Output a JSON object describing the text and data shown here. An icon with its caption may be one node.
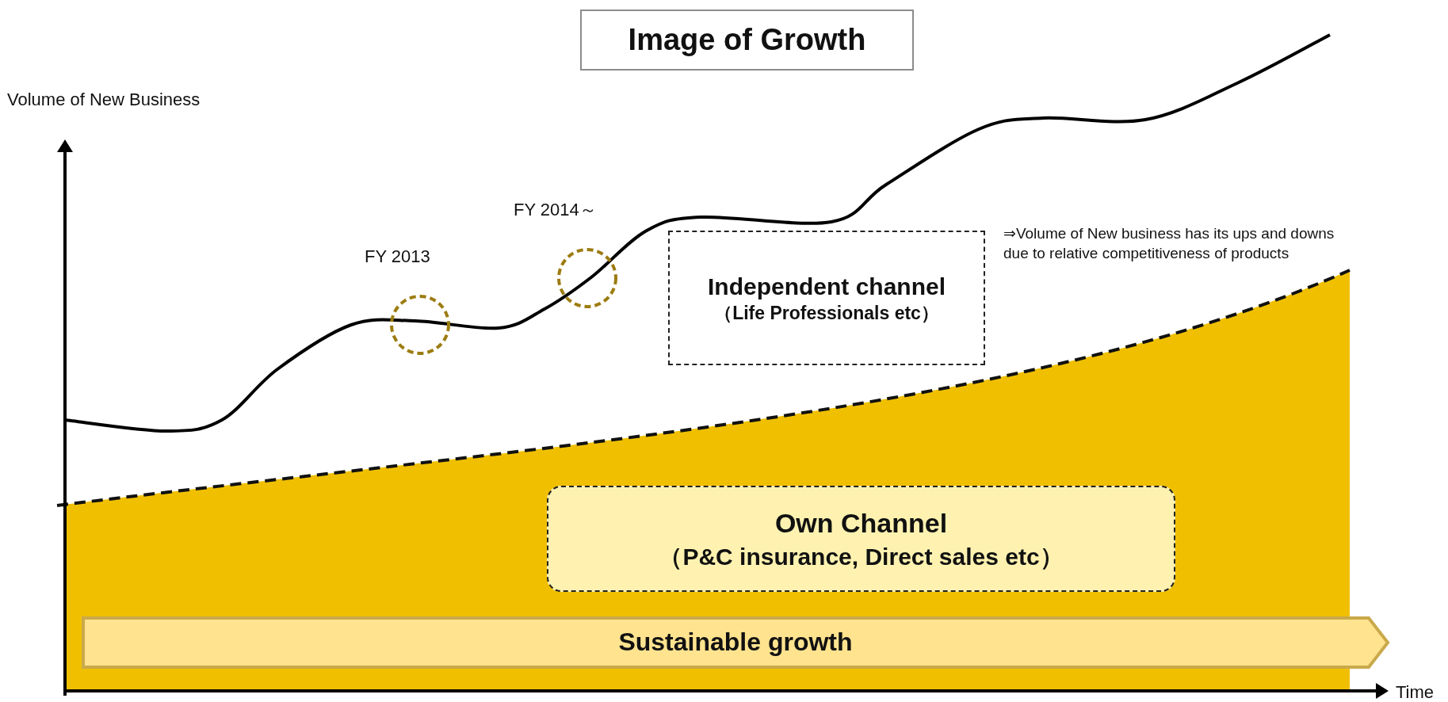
{
  "diagram": {
    "title": "Image of Growth",
    "nodes": [
      {
        "text": [
          "Independent channel",
          "（Life Professionals etc）"
        ]
      },
      {
        "text": [
          "Own Channel",
          "（P&C insurance, Direct sales etc）"
        ]
      },
      {
        "text": [
          "Sustainable growth"
        ]
      },
      {
        "text": [],
        "shape": "circle",
        "beside": [
          "FY 2013"
        ]
      },
      {
        "text": [],
        "shape": "circle",
        "beside": [
          "FY 2014～"
        ]
      }
    ],
    "labels": [
      "Volume of New Business",
      "Time",
      "⇒Volume of New business has its ups and downs due to relative competitiveness of products"
    ]
  }
}
